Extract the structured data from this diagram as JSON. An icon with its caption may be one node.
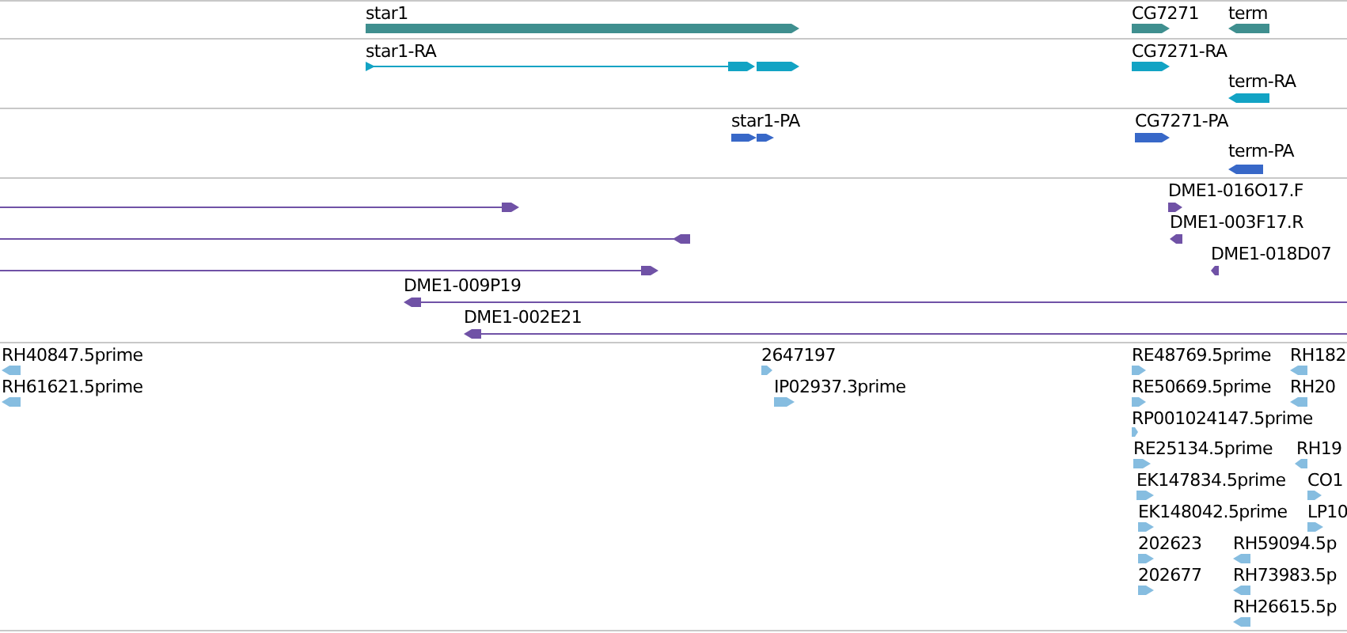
{
  "diagram": {
    "labels": [
      "star1",
      "CG7271",
      "term",
      "star1-RA",
      "CG7271-RA",
      "term-RA",
      "star1-PA",
      "CG7271-PA",
      "term-PA",
      "DME1-016O17.F",
      "DME1-003F17.R",
      "DME1-018D07",
      "DME1-009P19",
      "DME1-002E21",
      "RH40847.5prime",
      "2647197",
      "RE48769.5prime",
      "RH182",
      "RH61621.5prime",
      "IP02937.3prime",
      "RE50669.5prime",
      "RH20",
      "RP001024147.5prime",
      "RE25134.5prime",
      "RH19",
      "EK147834.5prime",
      "CO1",
      "EK148042.5prime",
      "LP10",
      "202623",
      "RH59094.5p",
      "202677",
      "RH73983.5p",
      "RH26615.5p"
    ]
  }
}
